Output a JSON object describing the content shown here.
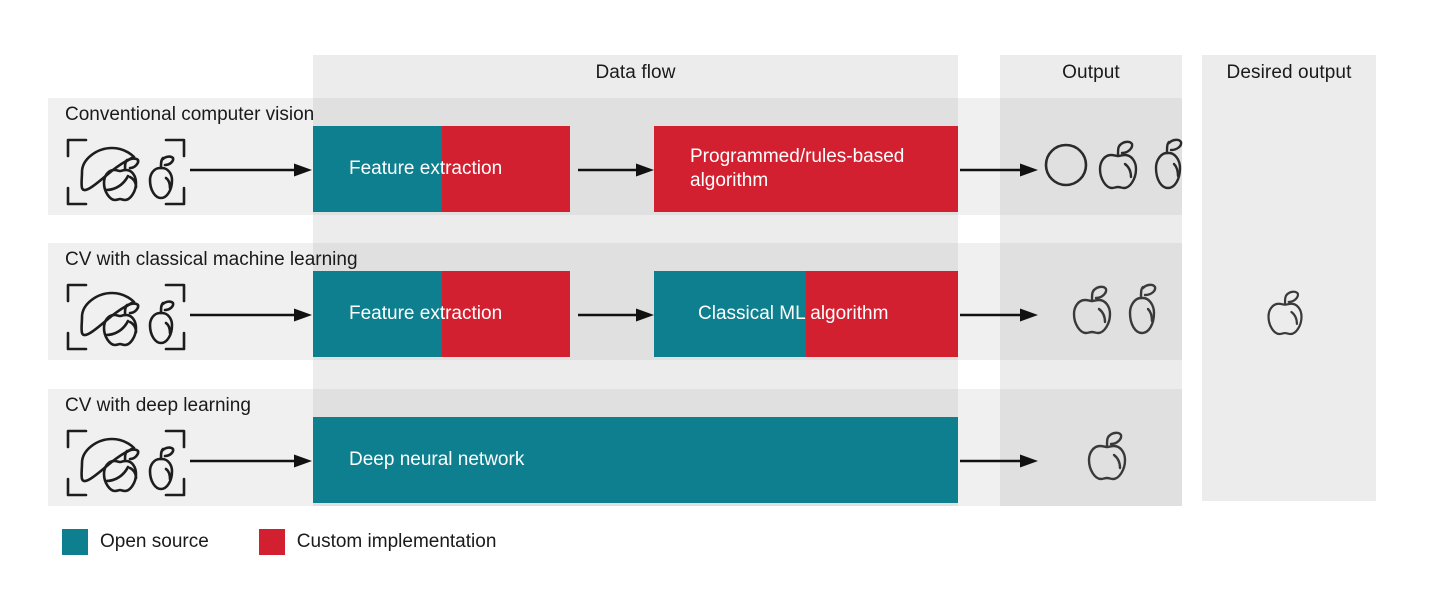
{
  "columns": {
    "data_flow_label": "Data flow",
    "output_label": "Output",
    "desired_output_label": "Desired output"
  },
  "rows": [
    {
      "title": "Conventional computer vision",
      "input_icon": "fruit-scan-icon",
      "boxes": [
        {
          "label": "Feature extraction",
          "teal_fraction": 0.5,
          "name": "feature-extraction"
        },
        {
          "label": "Programmed/rules-based\nalgorithm",
          "teal_fraction": 0.0,
          "name": "programmed-rules-based-algorithm"
        }
      ],
      "output_icons": [
        "circle-icon",
        "apple-icon",
        "pear-icon"
      ]
    },
    {
      "title": "CV with classical machine learning",
      "input_icon": "fruit-scan-icon",
      "boxes": [
        {
          "label": "Feature extraction",
          "teal_fraction": 0.5,
          "name": "feature-extraction"
        },
        {
          "label": "Classical ML algorithm",
          "teal_fraction": 0.5,
          "name": "classical-ml-algorithm"
        }
      ],
      "output_icons": [
        "apple-icon",
        "pear-icon"
      ]
    },
    {
      "title": "CV with deep learning",
      "input_icon": "fruit-scan-icon",
      "boxes": [
        {
          "label": "Deep neural network",
          "teal_fraction": 1.0,
          "name": "deep-neural-network"
        }
      ],
      "output_icons": [
        "apple-icon"
      ]
    }
  ],
  "desired_output": {
    "icons": [
      "apple-icon"
    ]
  },
  "legend": {
    "items": [
      {
        "label": "Open source",
        "color": "#0d7f8e"
      },
      {
        "label": "Custom implementation",
        "color": "#d22030"
      }
    ]
  },
  "colors": {
    "teal": "#0d7f8e",
    "red": "#d22030",
    "band_light": "#f0f0f0",
    "band_column": "#ececec",
    "band_cross": "#e0e0e0",
    "text": "#1a1a1a",
    "box_text": "#ffffff",
    "outline": "#3a3a3a"
  }
}
